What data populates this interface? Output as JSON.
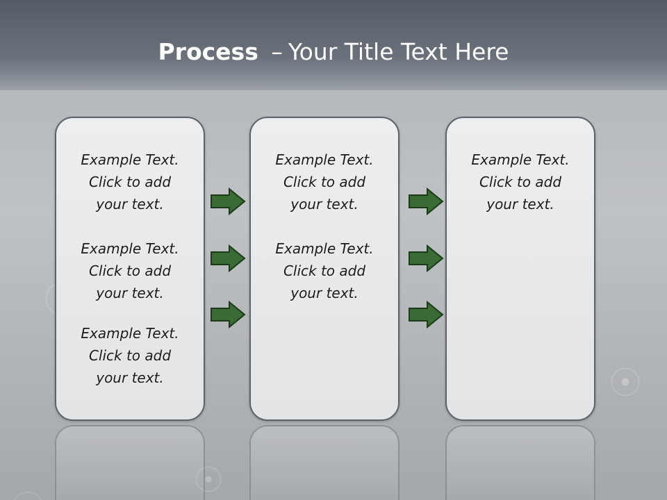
{
  "title": {
    "bold": "Process",
    "separator": "–",
    "rest": "Your Title Text Here"
  },
  "boxes": [
    {
      "paragraphs": [
        {
          "line1": "Example Text.",
          "line2": "Click  to add",
          "line3": "your text."
        },
        {
          "line1": "Example Text.",
          "line2": "Click  to add",
          "line3": "your text."
        },
        {
          "line1": "Example Text.",
          "line2": "Click  to add",
          "line3": "your text."
        }
      ]
    },
    {
      "paragraphs": [
        {
          "line1": "Example Text.",
          "line2": "Click  to add",
          "line3": "your text."
        },
        {
          "line1": "Example Text.",
          "line2": "Click  to add",
          "line3": "your text."
        }
      ]
    },
    {
      "paragraphs": [
        {
          "line1": "Example Text.",
          "line2": "Click  to add",
          "line3": "your text."
        }
      ]
    }
  ],
  "colors": {
    "arrow_fill": "#3a6b35",
    "arrow_stroke": "#1c3a18",
    "box_border": "#5c6268"
  },
  "icons": [
    "arrow-right-icon"
  ]
}
